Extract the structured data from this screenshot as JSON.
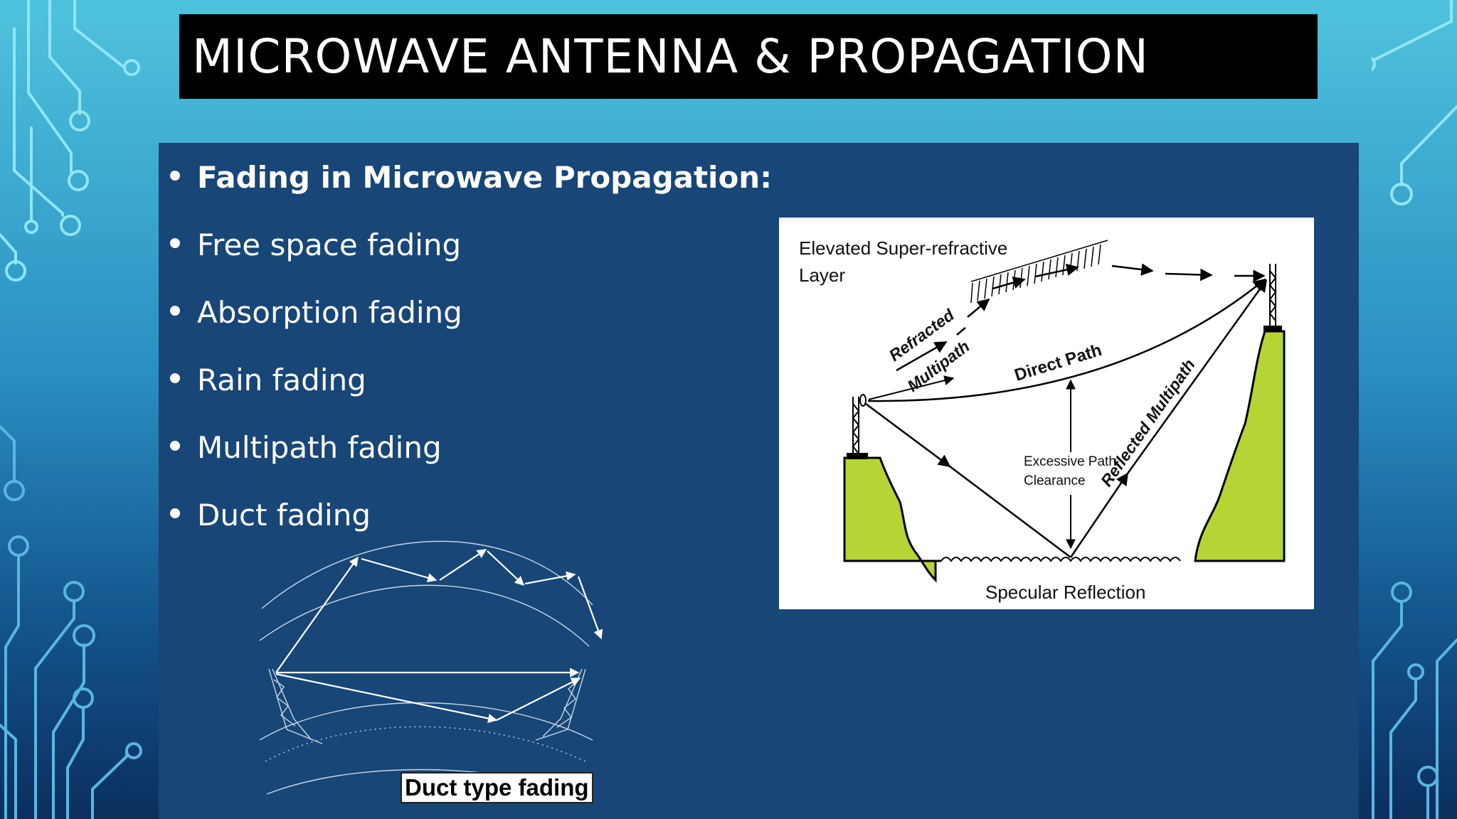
{
  "slide": {
    "title": "MICROWAVE ANTENNA & PROPAGATION",
    "colors": {
      "background_top": "#4fc3dd",
      "background_bottom": "#0b2f5e",
      "panel": "#174677",
      "title_bar": "#000000",
      "terrain": "#b5d534"
    }
  },
  "bullets": {
    "heading": "Fading in Microwave Propagation:",
    "items": [
      "Free space fading",
      "Absorption fading",
      "Rain fading",
      "Multipath fading",
      "Duct fading"
    ]
  },
  "diagram": {
    "layer_label_line1": "Elevated Super-refractive",
    "layer_label_line2": "Layer",
    "refracted": "Refracted",
    "multipath": "Multipath",
    "direct_path": "Direct Path",
    "clearance_line1": "Excessive Path",
    "clearance_line2": "Clearance",
    "reflected_multipath": "Reflected Multipath",
    "specular_reflection": "Specular Reflection"
  },
  "duct_figure": {
    "caption": "Duct type fading"
  }
}
